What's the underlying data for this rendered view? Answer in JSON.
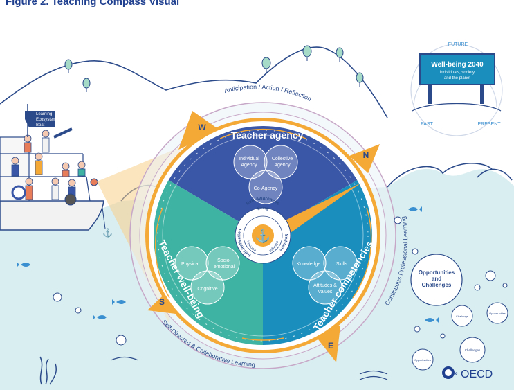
{
  "figure_title": "Figure  2. Teaching Compass Visual",
  "boat_sign": [
    "Learning",
    "Ecosystem",
    "Boat"
  ],
  "wellbeing_sign": {
    "title": "Well-being 2040",
    "subtitle_line1": "individuals, society",
    "subtitle_line2": "and the planet",
    "future": "FUTURE",
    "past": "PAST",
    "present": "PRESENT"
  },
  "compass": {
    "ring_top": "Anticipation / Action / Reflection",
    "ring_right": "Continuous Professional Learning",
    "ring_bottom": "Self-Directed & Collaborative Learning",
    "directions": {
      "north": "N",
      "east": "E",
      "south": "S",
      "west": "W"
    },
    "sectors": {
      "agency": {
        "title": "Teacher agency",
        "circles": [
          "Individual Agency",
          "Collective Agency",
          "Co-Agency"
        ]
      },
      "competencies": {
        "title": "Teacher competencies",
        "circles": [
          "Knowledge",
          "Skills",
          "Attitudes & Values"
        ]
      },
      "wellbeing": {
        "title": "Teacher well-being",
        "circles": [
          "Physical",
          "Socio-emotional",
          "Cognitive"
        ]
      }
    },
    "center": {
      "self_awareness": "Self-Awareness",
      "self_care": "Self-care",
      "self_reflection": "Self-Reflection",
      "being": "Being",
      "becoming": "Becoming",
      "belonging": "Belonging"
    }
  },
  "bubbles": {
    "main": [
      "Opportunities",
      "and",
      "Challenges"
    ],
    "challenge": "Challenge",
    "opportunities": "Opportunities",
    "challenges": "Challenges",
    "opportunities_small": "Opportunities"
  },
  "logo": "OECD",
  "colors": {
    "agency": "#3a57a7",
    "competencies": "#1a8fbd",
    "wellbeing": "#3fb3a3",
    "orange": "#f4a836",
    "sea": "#d9eef0",
    "title": "#1f3f8f"
  }
}
